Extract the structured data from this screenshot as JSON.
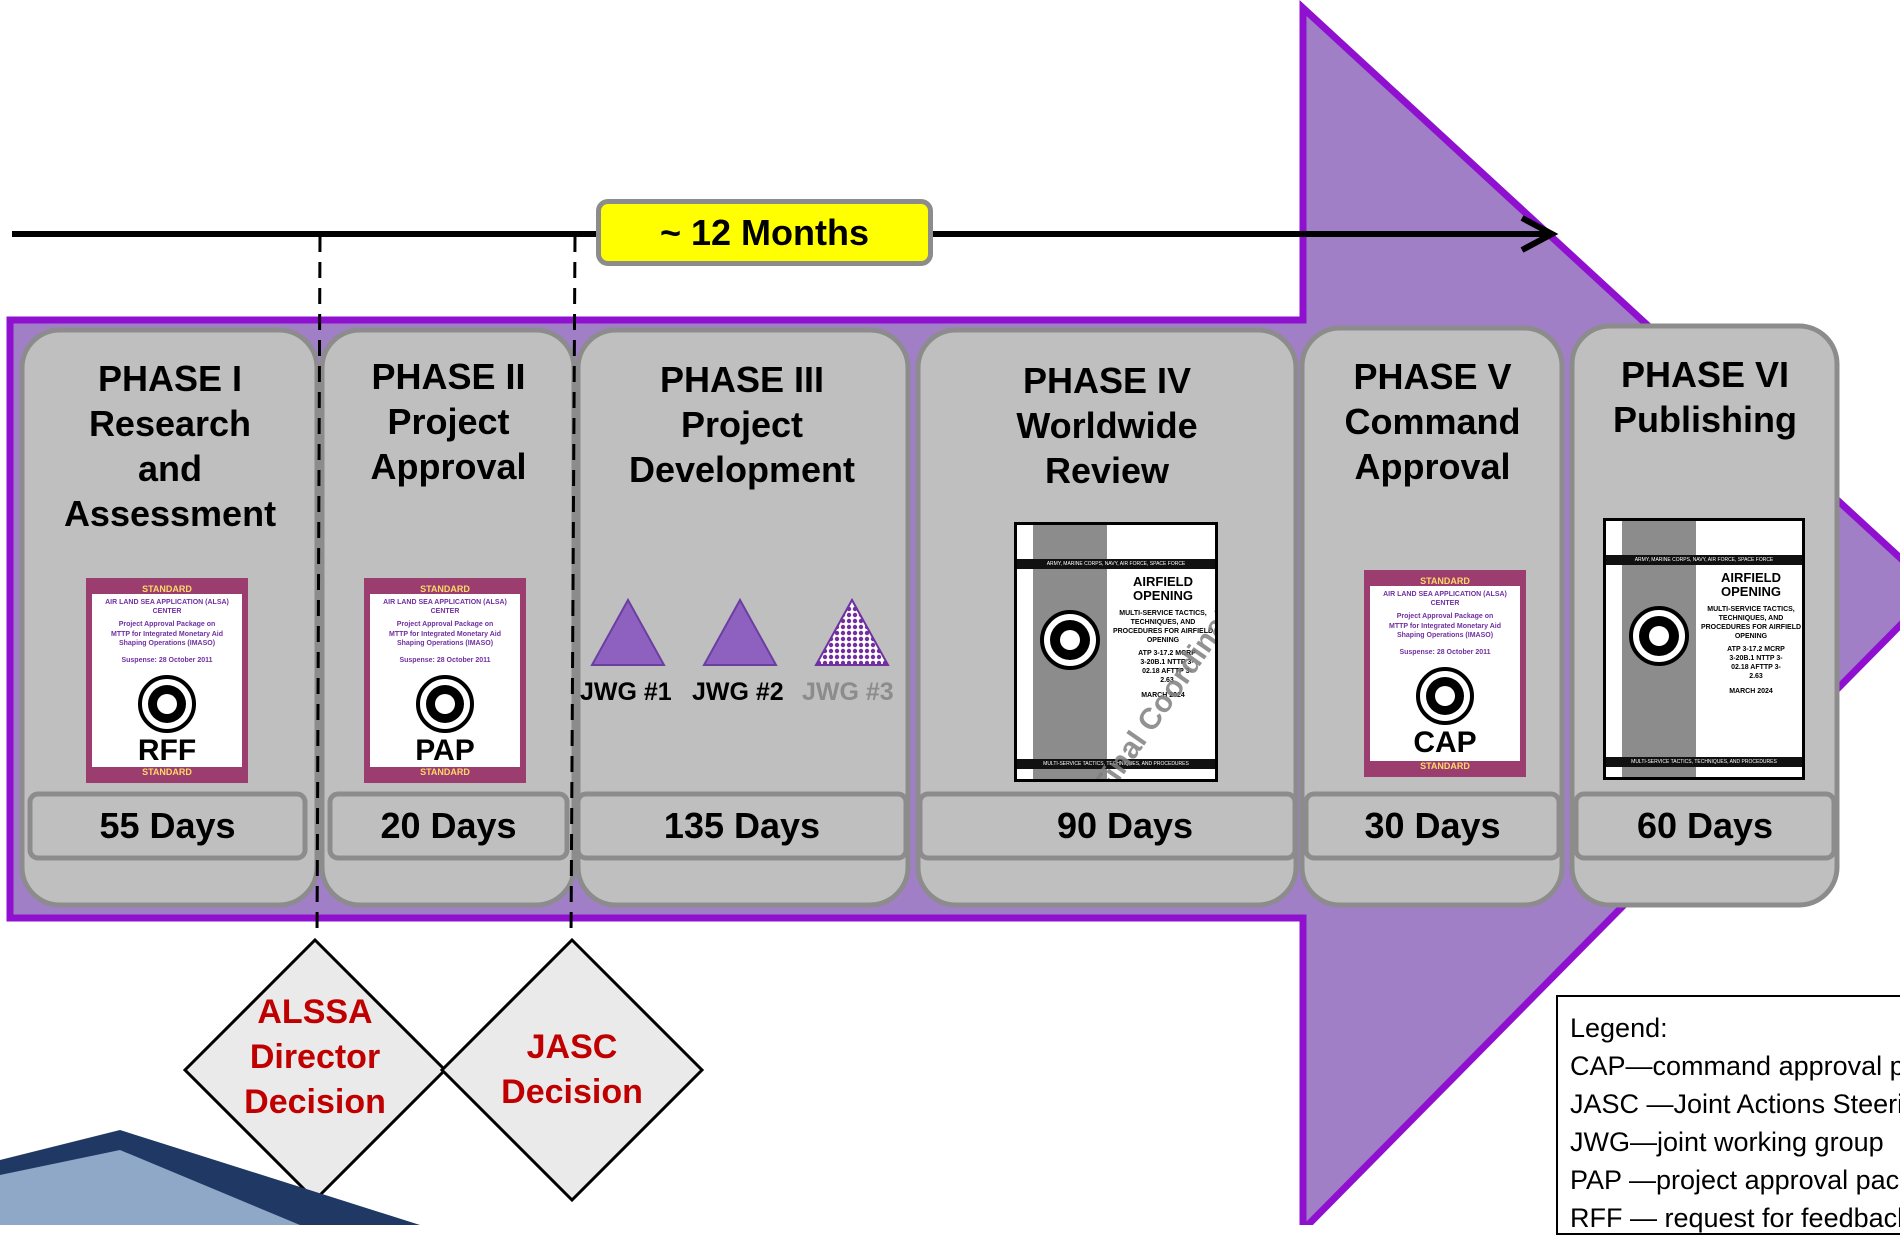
{
  "timeline": {
    "duration_label": "~ 12 Months"
  },
  "phases": [
    {
      "title": [
        "PHASE I",
        "Research",
        "and",
        "Assessment"
      ],
      "days": "55 Days",
      "artifact": "RFF"
    },
    {
      "title": [
        "PHASE II",
        "Project",
        "Approval"
      ],
      "days": "20 Days",
      "artifact": "PAP"
    },
    {
      "title": [
        "PHASE III",
        "Project",
        "Development"
      ],
      "days": "135 Days"
    },
    {
      "title": [
        "PHASE IV",
        "Worldwide",
        "Review"
      ],
      "days": "90 Days"
    },
    {
      "title": [
        "PHASE V",
        "Command",
        "Approval"
      ],
      "days": "30 Days",
      "artifact": "CAP"
    },
    {
      "title": [
        "PHASE VI",
        "Publishing"
      ],
      "days": "60 Days"
    }
  ],
  "jwg": [
    "JWG #1",
    "JWG #2",
    "JWG #3"
  ],
  "decisions": [
    {
      "lines": [
        "ALSSA",
        "Director",
        "Decision"
      ]
    },
    {
      "lines": [
        "JASC",
        "Decision"
      ]
    }
  ],
  "approval_doc": {
    "standard": "STANDARD",
    "org": "AIR LAND SEA APPLICATION (ALSA) CENTER",
    "package": "Project Approval Package on",
    "subject": "MTTP for Integrated Monetary Aid Shaping Operations (IMASO)",
    "suspense": "Suspense: 28 October 2011"
  },
  "publication": {
    "band_top": "ARMY, MARINE CORPS, NAVY, AIR FORCE, SPACE FORCE",
    "title": "AIRFIELD OPENING",
    "subtitle": "MULTI-SERVICE TACTICS, TECHNIQUES, AND PROCEDURES FOR AIRFIELD OPENING",
    "numbers": "ATP 3-17.2 MCRP 3-20B.1 NTTP 3-02.18 AFTTP 3-2.63",
    "date": "MARCH 2024",
    "band_bottom": "MULTI-SERVICE TACTICS, TECHNIQUES, AND PROCEDURES",
    "watermark": "Final Coordination Draft"
  },
  "legend": {
    "heading": "Legend:",
    "items": [
      "CAP—command approval package",
      "JASC —Joint Actions Steering Committee",
      "JWG—joint working group",
      "PAP —project approval package",
      "RFF — request for feedback"
    ]
  },
  "colors": {
    "arrow_fill": "#a07fc6",
    "arrow_stroke": "#9010d0",
    "phase_box": "#bfbfbf",
    "badge": "#ffff00",
    "decision_text": "#c00000",
    "doc_border": "#9b3d6e"
  }
}
